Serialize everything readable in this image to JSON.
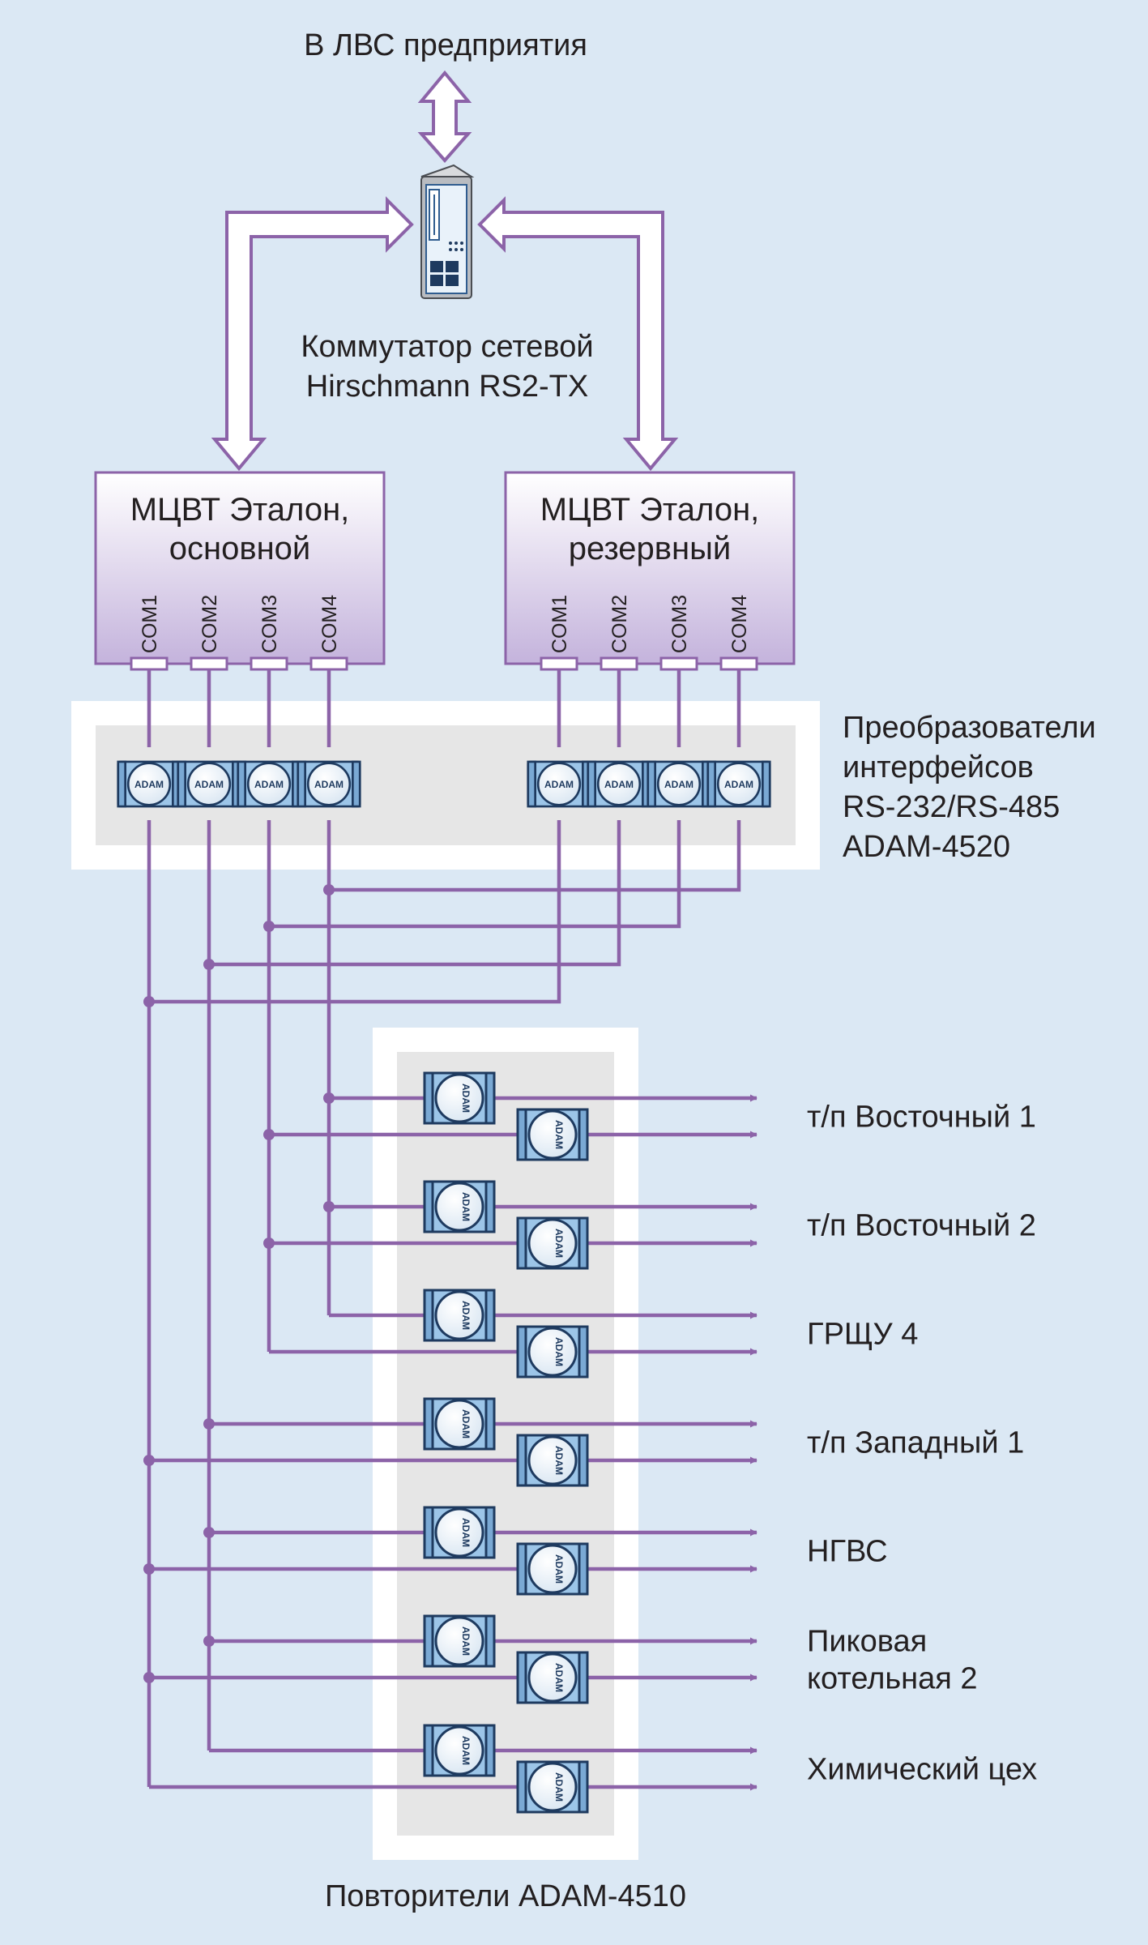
{
  "labels": {
    "lan": "В ЛВС предприятия",
    "switch_line1": "Коммутатор сетевой",
    "switch_line2": "Hirschmann RS2-TX",
    "converters_line1": "Преобразователи",
    "converters_line2": "интерфейсов",
    "converters_line3": "RS-232/RS-485",
    "converters_line4": "ADAM-4520",
    "repeaters": "Повторители ADAM-4510"
  },
  "computers": [
    {
      "line1": "МЦВТ Эталон,",
      "line2": "основной",
      "ports": [
        "COM1",
        "COM2",
        "COM3",
        "COM4"
      ]
    },
    {
      "line1": "МЦВТ Эталон,",
      "line2": "резервный",
      "ports": [
        "COM1",
        "COM2",
        "COM3",
        "COM4"
      ]
    }
  ],
  "adam_label": "ADAM",
  "destinations": [
    {
      "line1": "т/п Восточный 1"
    },
    {
      "line1": "т/п Восточный 2"
    },
    {
      "line1": "ГРЩУ 4"
    },
    {
      "line1": "т/п Западный 1"
    },
    {
      "line1": "НГВС"
    },
    {
      "line1": "Пиковая",
      "line2": "котельная 2"
    },
    {
      "line1": "Химический цех"
    }
  ],
  "colors": {
    "background": "#dbe8f4",
    "wire": "#8c63a8",
    "box_top": "#ffffff",
    "box_bottom": "#c4b3dc",
    "device_blue": "#9cc5e8",
    "panel_gray": "#e6e6e6"
  }
}
